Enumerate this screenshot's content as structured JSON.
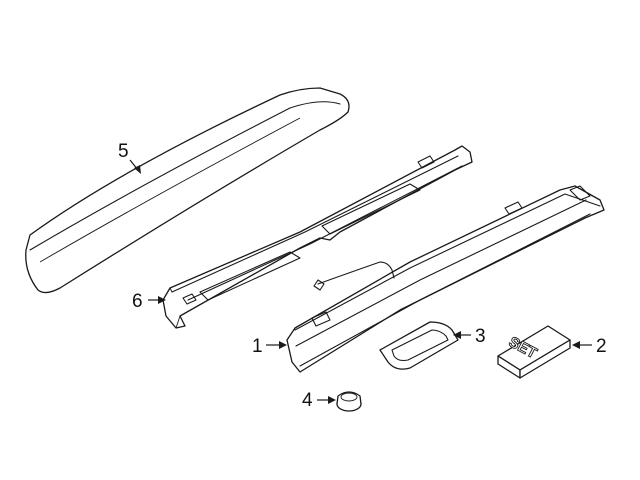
{
  "diagram": {
    "callouts": [
      {
        "id": "1",
        "label": "1"
      },
      {
        "id": "2",
        "label": "2"
      },
      {
        "id": "3",
        "label": "3"
      },
      {
        "id": "4",
        "label": "4"
      },
      {
        "id": "5",
        "label": "5"
      },
      {
        "id": "6",
        "label": "6"
      }
    ],
    "set_label": "SET"
  }
}
